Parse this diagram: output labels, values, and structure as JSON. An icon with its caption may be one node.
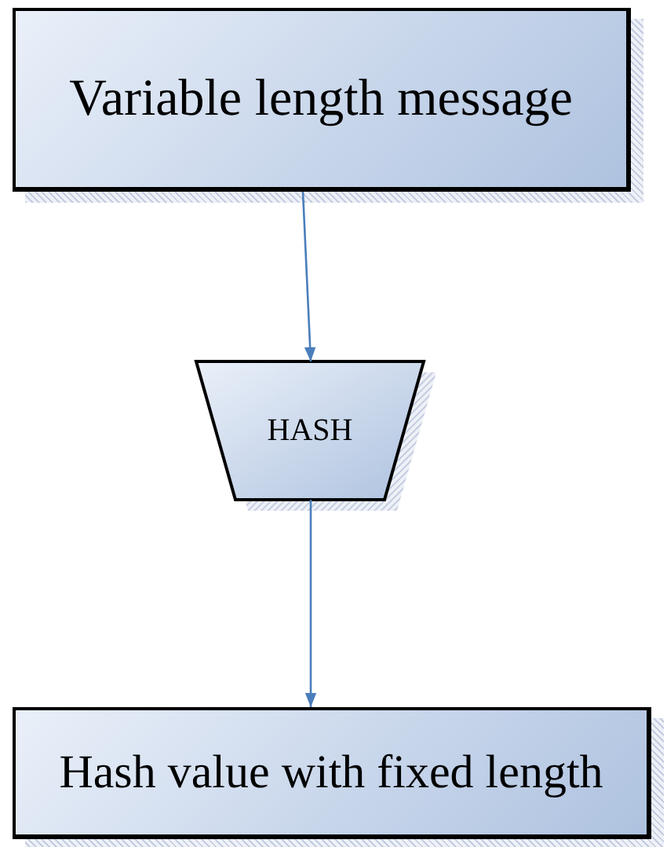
{
  "diagram": {
    "nodes": [
      {
        "text": [
          "Variable length message"
        ]
      },
      {
        "text": [
          "HASH"
        ]
      },
      {
        "text": [
          "Hash value with fixed length"
        ]
      }
    ],
    "edges": [
      {
        "from": 0,
        "to": 1,
        "arrow": "to"
      },
      {
        "from": 1,
        "to": 2,
        "arrow": "to"
      }
    ]
  }
}
